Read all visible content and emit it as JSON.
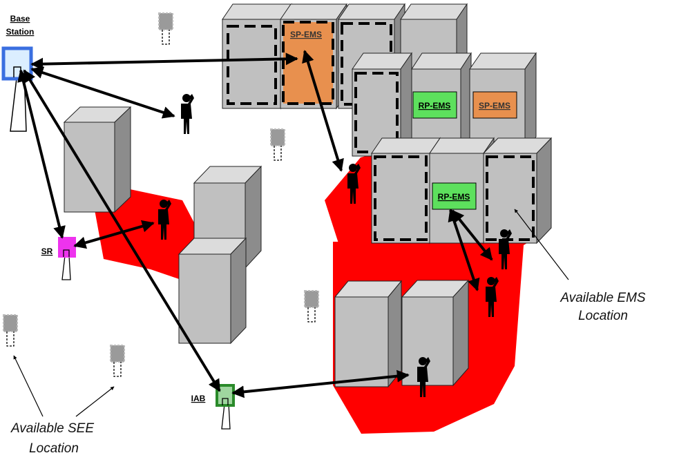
{
  "labels": {
    "base_station_line1": "Base",
    "base_station_line2": "Station",
    "sr": "SR",
    "iab": "IAB",
    "sp_ems_top": "SP-EMS",
    "rp_ems_right": "RP-EMS",
    "sp_ems_right": "SP-EMS",
    "rp_ems_bottom": "RP-EMS",
    "available_ems_line1": "Available EMS",
    "available_ems_line2": "Location",
    "available_see_line1": "Available SEE",
    "available_see_line2": "Location"
  },
  "colors": {
    "building_front": "#c0c0c0",
    "building_top": "#dcdcdc",
    "building_side": "#8c8c8c",
    "sp_ems": "#e8904e",
    "rp_ems": "#5de05d",
    "zone_red": "#ff0000",
    "base_station": "#3a6fe0",
    "sr": "#ee33ee",
    "iab": "#2a8a2a"
  }
}
